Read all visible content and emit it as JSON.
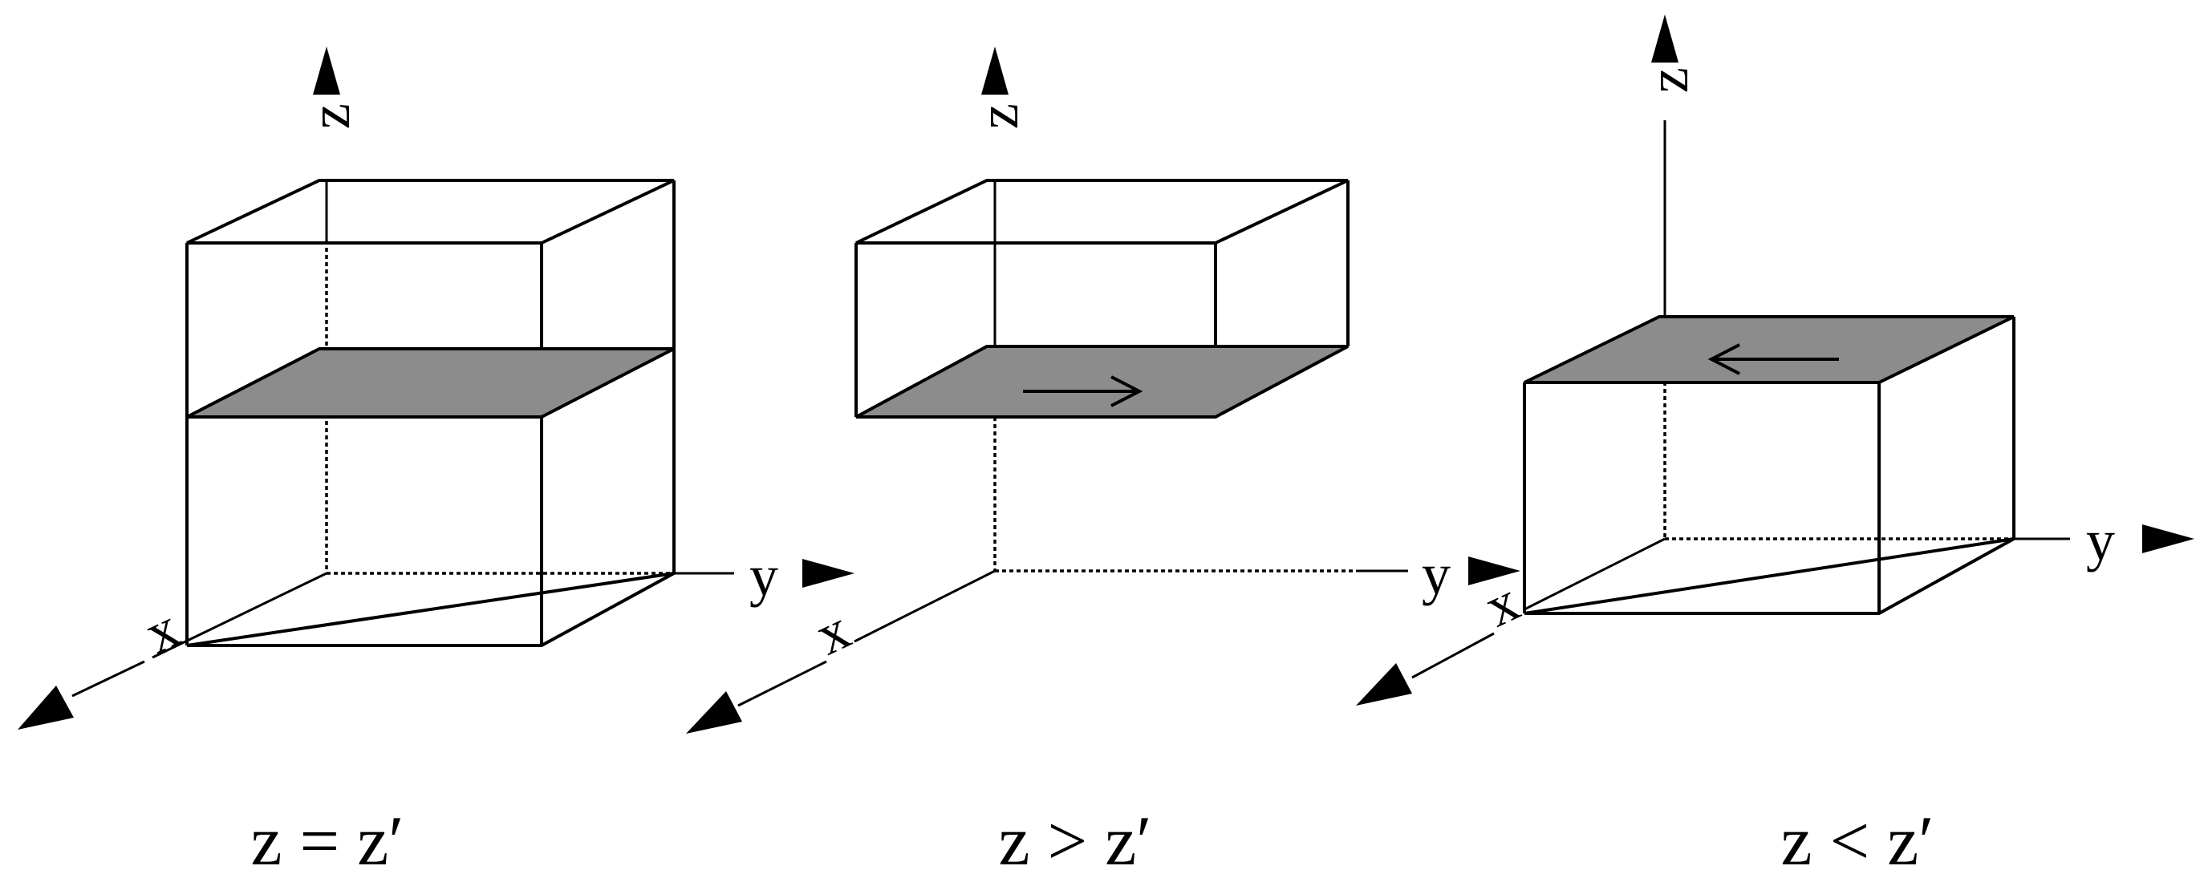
{
  "panels": [
    {
      "caption": "z = z′",
      "axes": {
        "x": "x",
        "y": "y",
        "z": "z"
      },
      "shaded_plane": "middle",
      "plane_arrow": "none"
    },
    {
      "caption": "z > z′",
      "axes": {
        "x": "x",
        "y": "y",
        "z": "z"
      },
      "shaded_plane": "bottom",
      "plane_arrow": "right"
    },
    {
      "caption": "z < z′",
      "axes": {
        "x": "x",
        "y": "y",
        "z": "z"
      },
      "shaded_plane": "top",
      "plane_arrow": "left"
    }
  ],
  "colors": {
    "line": "#000000",
    "plane_fill": "#8c8c8c",
    "background": "#ffffff"
  }
}
